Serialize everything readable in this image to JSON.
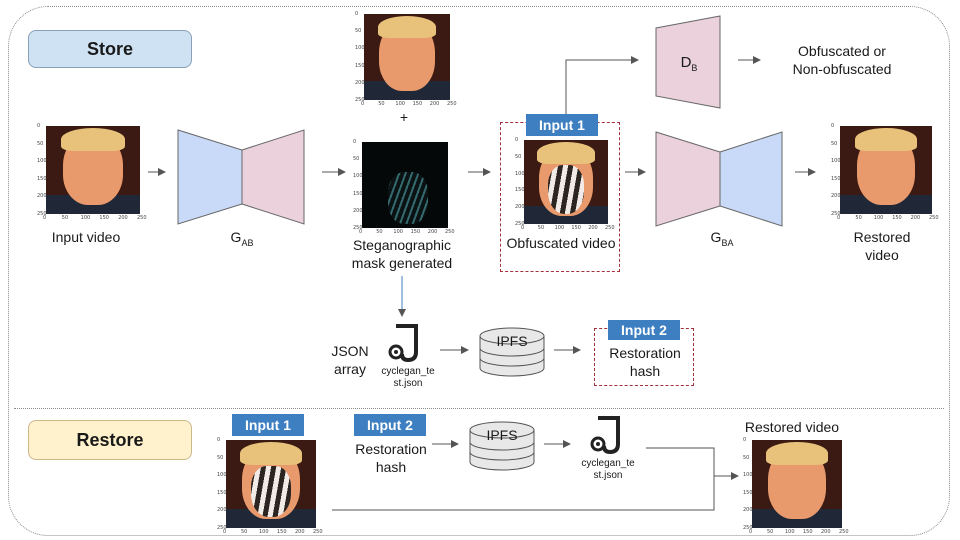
{
  "sections": {
    "store_label": "Store",
    "restore_label": "Restore"
  },
  "store": {
    "input_video_label": "Input video",
    "gab_label": "G",
    "gab_sub": "AB",
    "plus": "+",
    "mask_label_line1": "Steganographic",
    "mask_label_line2": "mask generated",
    "input1_tag": "Input 1",
    "obfuscated_label": "Obfuscated video",
    "db_label": "D",
    "db_sub": "B",
    "disc_output_line1": "Obfuscated or",
    "disc_output_line2": "Non-obfuscated",
    "gba_label": "G",
    "gba_sub": "BA",
    "restored_line1": "Restored",
    "restored_line2": "video",
    "json_line1": "JSON",
    "json_line2": "array",
    "json_file_line1": "cyclegan_te",
    "json_file_line2": "st.json",
    "ipfs_label": "IPFS",
    "input2_tag": "Input 2",
    "restoration_line1": "Restoration",
    "restoration_line2": "hash"
  },
  "restore": {
    "input1_tag": "Input 1",
    "input2_tag": "Input 2",
    "restoration_line1": "Restoration",
    "restoration_line2": "hash",
    "ipfs_label": "IPFS",
    "json_file_line1": "cyclegan_te",
    "json_file_line2": "st.json",
    "restored_video_label": "Restored video"
  },
  "axis_ticks": {
    "y": [
      "0",
      "50",
      "100",
      "150",
      "200",
      "250"
    ],
    "x": [
      "0",
      "50",
      "100",
      "150",
      "200",
      "250"
    ]
  },
  "colors": {
    "encoder_blue": "#c9daf8",
    "decoder_pink": "#ead1dc",
    "tag_blue": "#3d7fc1",
    "dashed_red": "#a0303a",
    "store_pill": "#cfe2f3",
    "restore_pill": "#fff2cc"
  },
  "icons": {
    "json_file": "json-file-icon",
    "ipfs": "database-icon"
  }
}
